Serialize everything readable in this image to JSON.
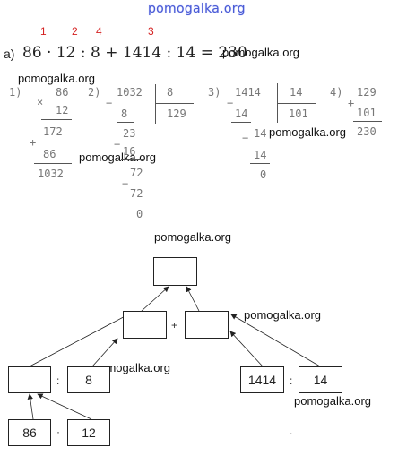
{
  "header": {
    "watermark": "pomogalka.org"
  },
  "step_markers": [
    "1",
    "2",
    "4",
    "3"
  ],
  "equation": {
    "prefix": "а)",
    "text": "86 · 12 : 8 + 1414 : 14 = 230"
  },
  "watermark": "pomogalka.org",
  "calc": {
    "mult": {
      "label": "1)",
      "sign_mult": "×",
      "sign_add": "+",
      "lines": [
        "86",
        "12",
        "172",
        "86",
        "1032"
      ]
    },
    "div1": {
      "label": "2)",
      "dividend": "1032",
      "divisor": "8",
      "quotient": "129",
      "steps": [
        "8",
        "23",
        "16",
        "72",
        "72",
        "0"
      ]
    },
    "div2": {
      "label": "3)",
      "dividend": "1414",
      "divisor": "14",
      "quotient": "101",
      "steps": [
        "14",
        "14",
        "14",
        "0"
      ]
    },
    "add": {
      "label": "4)",
      "sign": "+",
      "lines": [
        "129",
        "101",
        "230"
      ]
    }
  },
  "tree": {
    "ops": {
      "plus": "+",
      "div_left": ":",
      "div_right": ":",
      "mul": "·"
    },
    "boxes": {
      "n86": "86",
      "n12": "12",
      "n8": "8",
      "n1414": "1414",
      "n14": "14"
    },
    "dot": "."
  }
}
